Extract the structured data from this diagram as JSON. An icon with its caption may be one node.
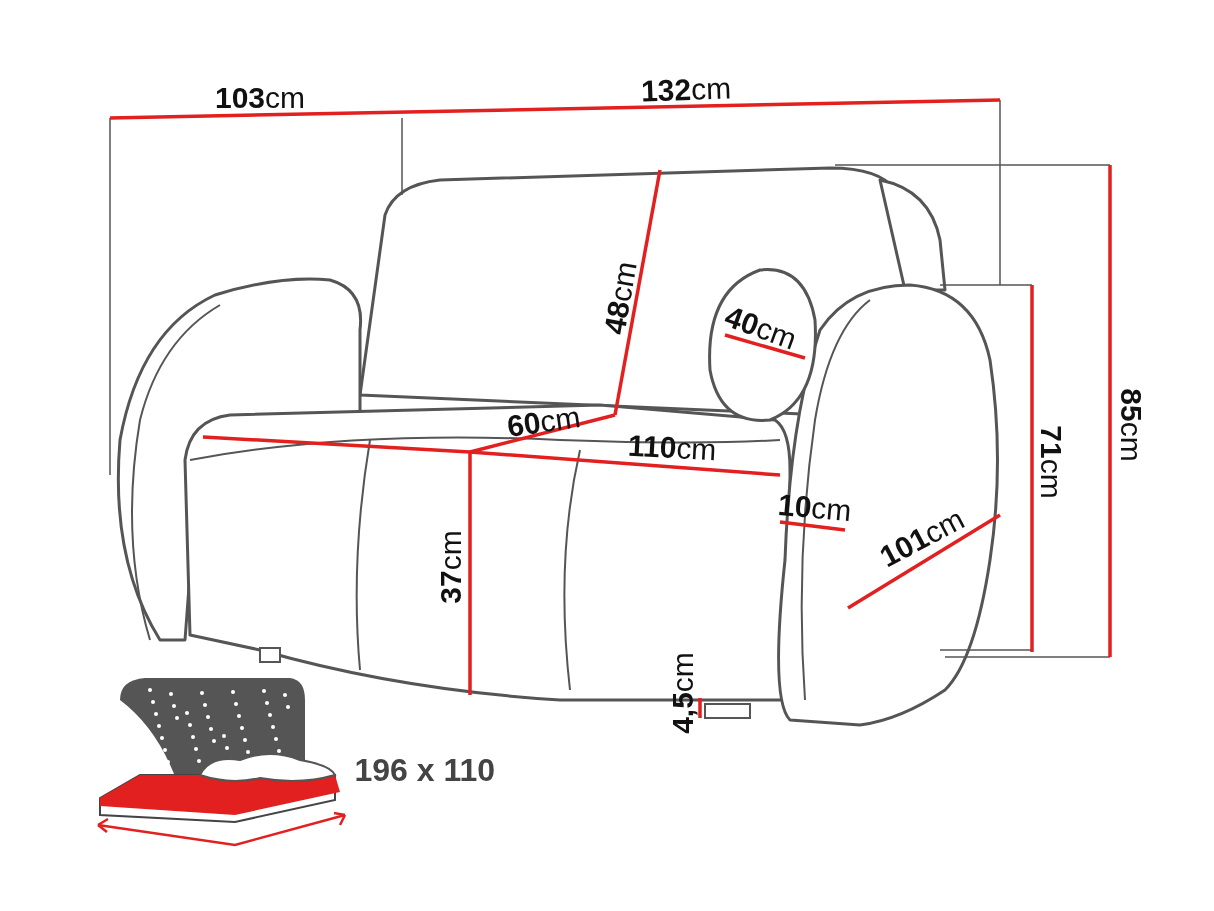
{
  "diagram": {
    "labels": [
      "**103**cm",
      "**132**cm",
      "**48**cm",
      "**40**cm",
      "**60**cm",
      "**110**cm",
      "**10**cm",
      "**101**cm",
      "**85**cm",
      "**71**cm",
      "**37**cm",
      "**4,5**cm",
      "196 x 110"
    ]
  }
}
